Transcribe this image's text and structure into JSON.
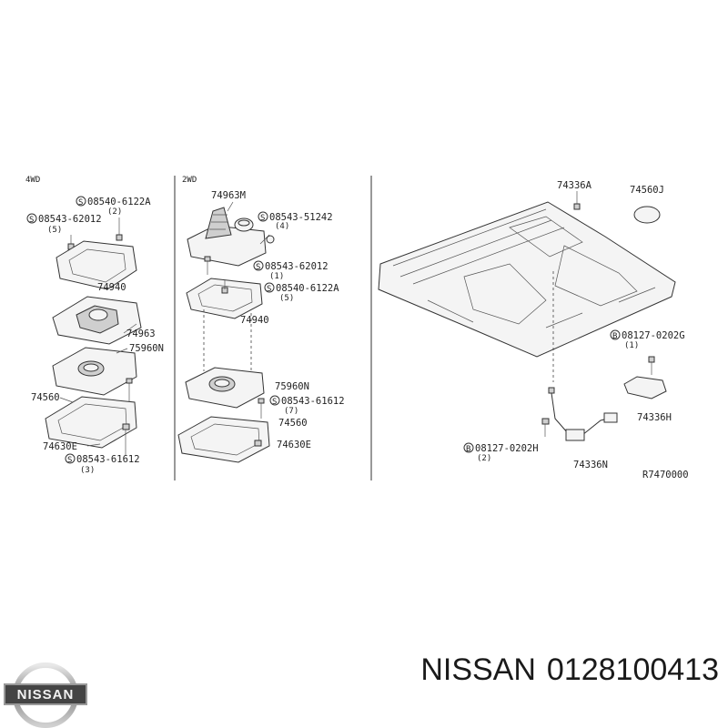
{
  "diagram": {
    "section_labels": {
      "left": "4WD",
      "middle": "2WD"
    },
    "left_panel": {
      "screw_1": {
        "code": "08540-6122A",
        "qty": "(2)"
      },
      "screw_2": {
        "code": "08543-62012",
        "qty": "(5)"
      },
      "part_74940": "74940",
      "part_74963": "74963",
      "part_75960N": "75960N",
      "part_74560": "74560",
      "part_74630E": "74630E",
      "screw_3": {
        "code": "08543-61612",
        "qty": "(3)"
      }
    },
    "middle_panel": {
      "part_74963M": "74963M",
      "screw_1": {
        "code": "08543-51242",
        "qty": "(4)"
      },
      "screw_2": {
        "code": "08543-62012",
        "qty": "(1)"
      },
      "screw_3": {
        "code": "08540-6122A",
        "qty": "(5)"
      },
      "part_74940": "74940",
      "part_75960N": "75960N",
      "screw_4": {
        "code": "08543-61612",
        "qty": "(7)"
      },
      "part_74560": "74560",
      "part_74630E": "74630E"
    },
    "right_panel": {
      "part_74336A": "74336A",
      "part_74560J": "74560J",
      "bolt_1": {
        "code": "08127-0202G",
        "qty": "(1)"
      },
      "part_74336H": "74336H",
      "bolt_2": {
        "code": "08127-0202H",
        "qty": "(2)"
      },
      "part_74336N": "74336N",
      "ref_code": "R7470000"
    },
    "circle_symbol_s": "S",
    "circle_symbol_b": "B"
  },
  "footer": {
    "brand": "NISSAN",
    "part_number": "0128100413",
    "logo_text": "NISSAN"
  }
}
